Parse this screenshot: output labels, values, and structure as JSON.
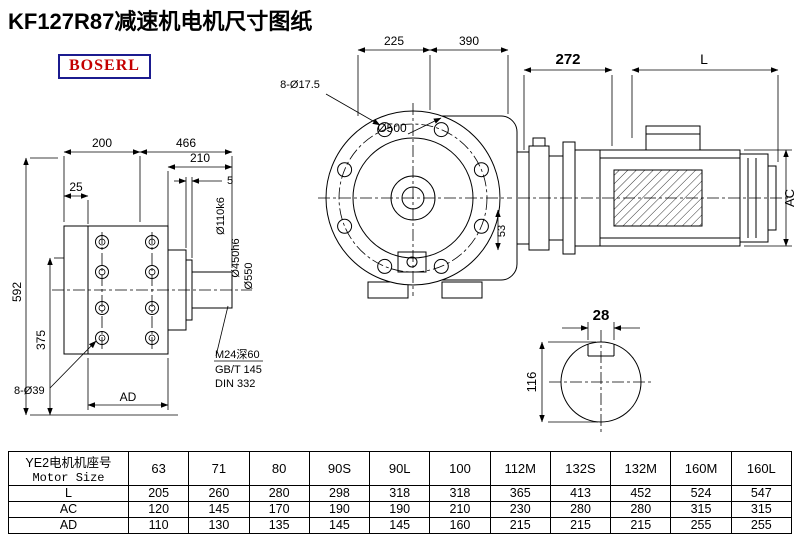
{
  "page": {
    "title": "KF127R87减速机电机尺寸图纸",
    "logo": "BOSERL"
  },
  "drawing": {
    "front": {
      "d200": "200",
      "d466": "466",
      "d210": "210",
      "d5": "5",
      "d25": "25",
      "d592": "592",
      "d375": "375",
      "holes": "8-Ø39",
      "ad": "AD",
      "m24": "M24深60",
      "gbt": "GB/T 145",
      "din": "DIN 332",
      "dia110": "Ø110k6",
      "dia450": "Ø450h6",
      "dia550": "Ø550"
    },
    "side": {
      "d225": "225",
      "d390": "390",
      "holes": "8-Ø17.5",
      "dia500": "Ø500",
      "d53": "53"
    },
    "motor": {
      "d272": "272",
      "dL": "L",
      "dAC": "AC"
    },
    "shaft": {
      "d28": "28",
      "d116": "116"
    }
  },
  "table": {
    "header_cn": "YE2电机机座号",
    "header_en": "Motor Size",
    "sizes": [
      "63",
      "71",
      "80",
      "90S",
      "90L",
      "100",
      "112M",
      "132S",
      "132M",
      "160M",
      "160L"
    ],
    "rows": [
      {
        "label": "L",
        "values": [
          "205",
          "260",
          "280",
          "298",
          "318",
          "318",
          "365",
          "413",
          "452",
          "524",
          "547"
        ]
      },
      {
        "label": "AC",
        "values": [
          "120",
          "145",
          "170",
          "190",
          "190",
          "210",
          "230",
          "280",
          "280",
          "315",
          "315"
        ]
      },
      {
        "label": "AD",
        "values": [
          "110",
          "130",
          "135",
          "145",
          "145",
          "160",
          "215",
          "215",
          "215",
          "255",
          "255"
        ]
      }
    ]
  }
}
